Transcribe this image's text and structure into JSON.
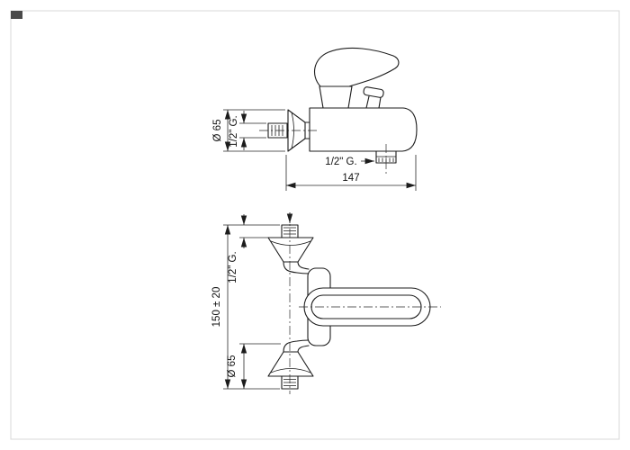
{
  "window": {
    "frame_color": "#d9d9d9",
    "background": "#ffffff"
  },
  "diagram": {
    "line_color": "#1c1c1c",
    "side_view": {
      "escutcheon_diameter": "Ø 65",
      "inlet_thread": "1/2\" G.",
      "outlet_thread": "1/2\" G.",
      "overall_depth": "147"
    },
    "front_view": {
      "inlet_thread": "1/2\" G.",
      "mounting_distance": "150 ± 20",
      "escutcheon_diameter": "Ø 65"
    }
  }
}
